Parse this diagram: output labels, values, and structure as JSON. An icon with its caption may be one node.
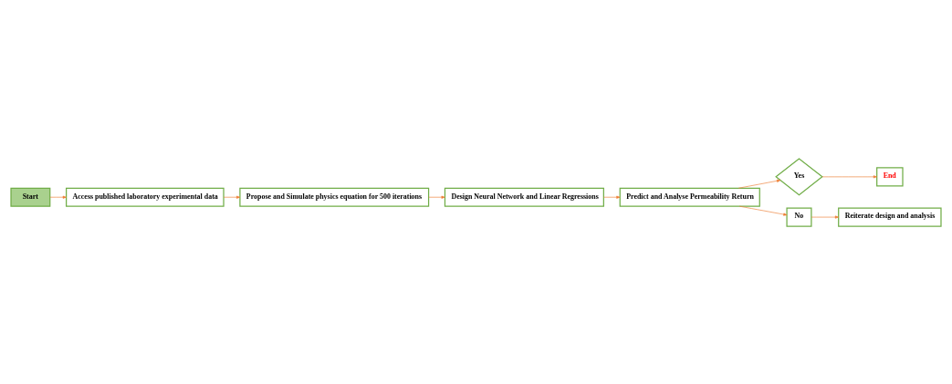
{
  "diagram": {
    "nodes": [
      {
        "text": [
          "Start"
        ]
      },
      {
        "text": [
          "Access published laboratory experimental data"
        ]
      },
      {
        "text": [
          "Propose and Simulate physics equation for 500 iterations"
        ]
      },
      {
        "text": [
          "Design Neural Network and Linear Regressions"
        ]
      },
      {
        "text": [
          "Predict and Analyse Permeability Return"
        ]
      },
      {
        "text": [
          "Yes"
        ]
      },
      {
        "text": [
          "End"
        ]
      },
      {
        "text": [
          "No"
        ]
      },
      {
        "text": [
          "Reiterate design and analysis"
        ]
      }
    ],
    "edges": [
      {
        "from": 0,
        "to": 1,
        "arrow": "to"
      },
      {
        "from": 1,
        "to": 2,
        "arrow": "to"
      },
      {
        "from": 2,
        "to": 3,
        "arrow": "to"
      },
      {
        "from": 3,
        "to": 4,
        "arrow": "to"
      },
      {
        "from": 4,
        "to": 5,
        "arrow": "to"
      },
      {
        "from": 4,
        "to": 7,
        "arrow": "to"
      },
      {
        "from": 5,
        "to": 6,
        "arrow": "to"
      },
      {
        "from": 7,
        "to": 8,
        "arrow": "to"
      }
    ]
  }
}
